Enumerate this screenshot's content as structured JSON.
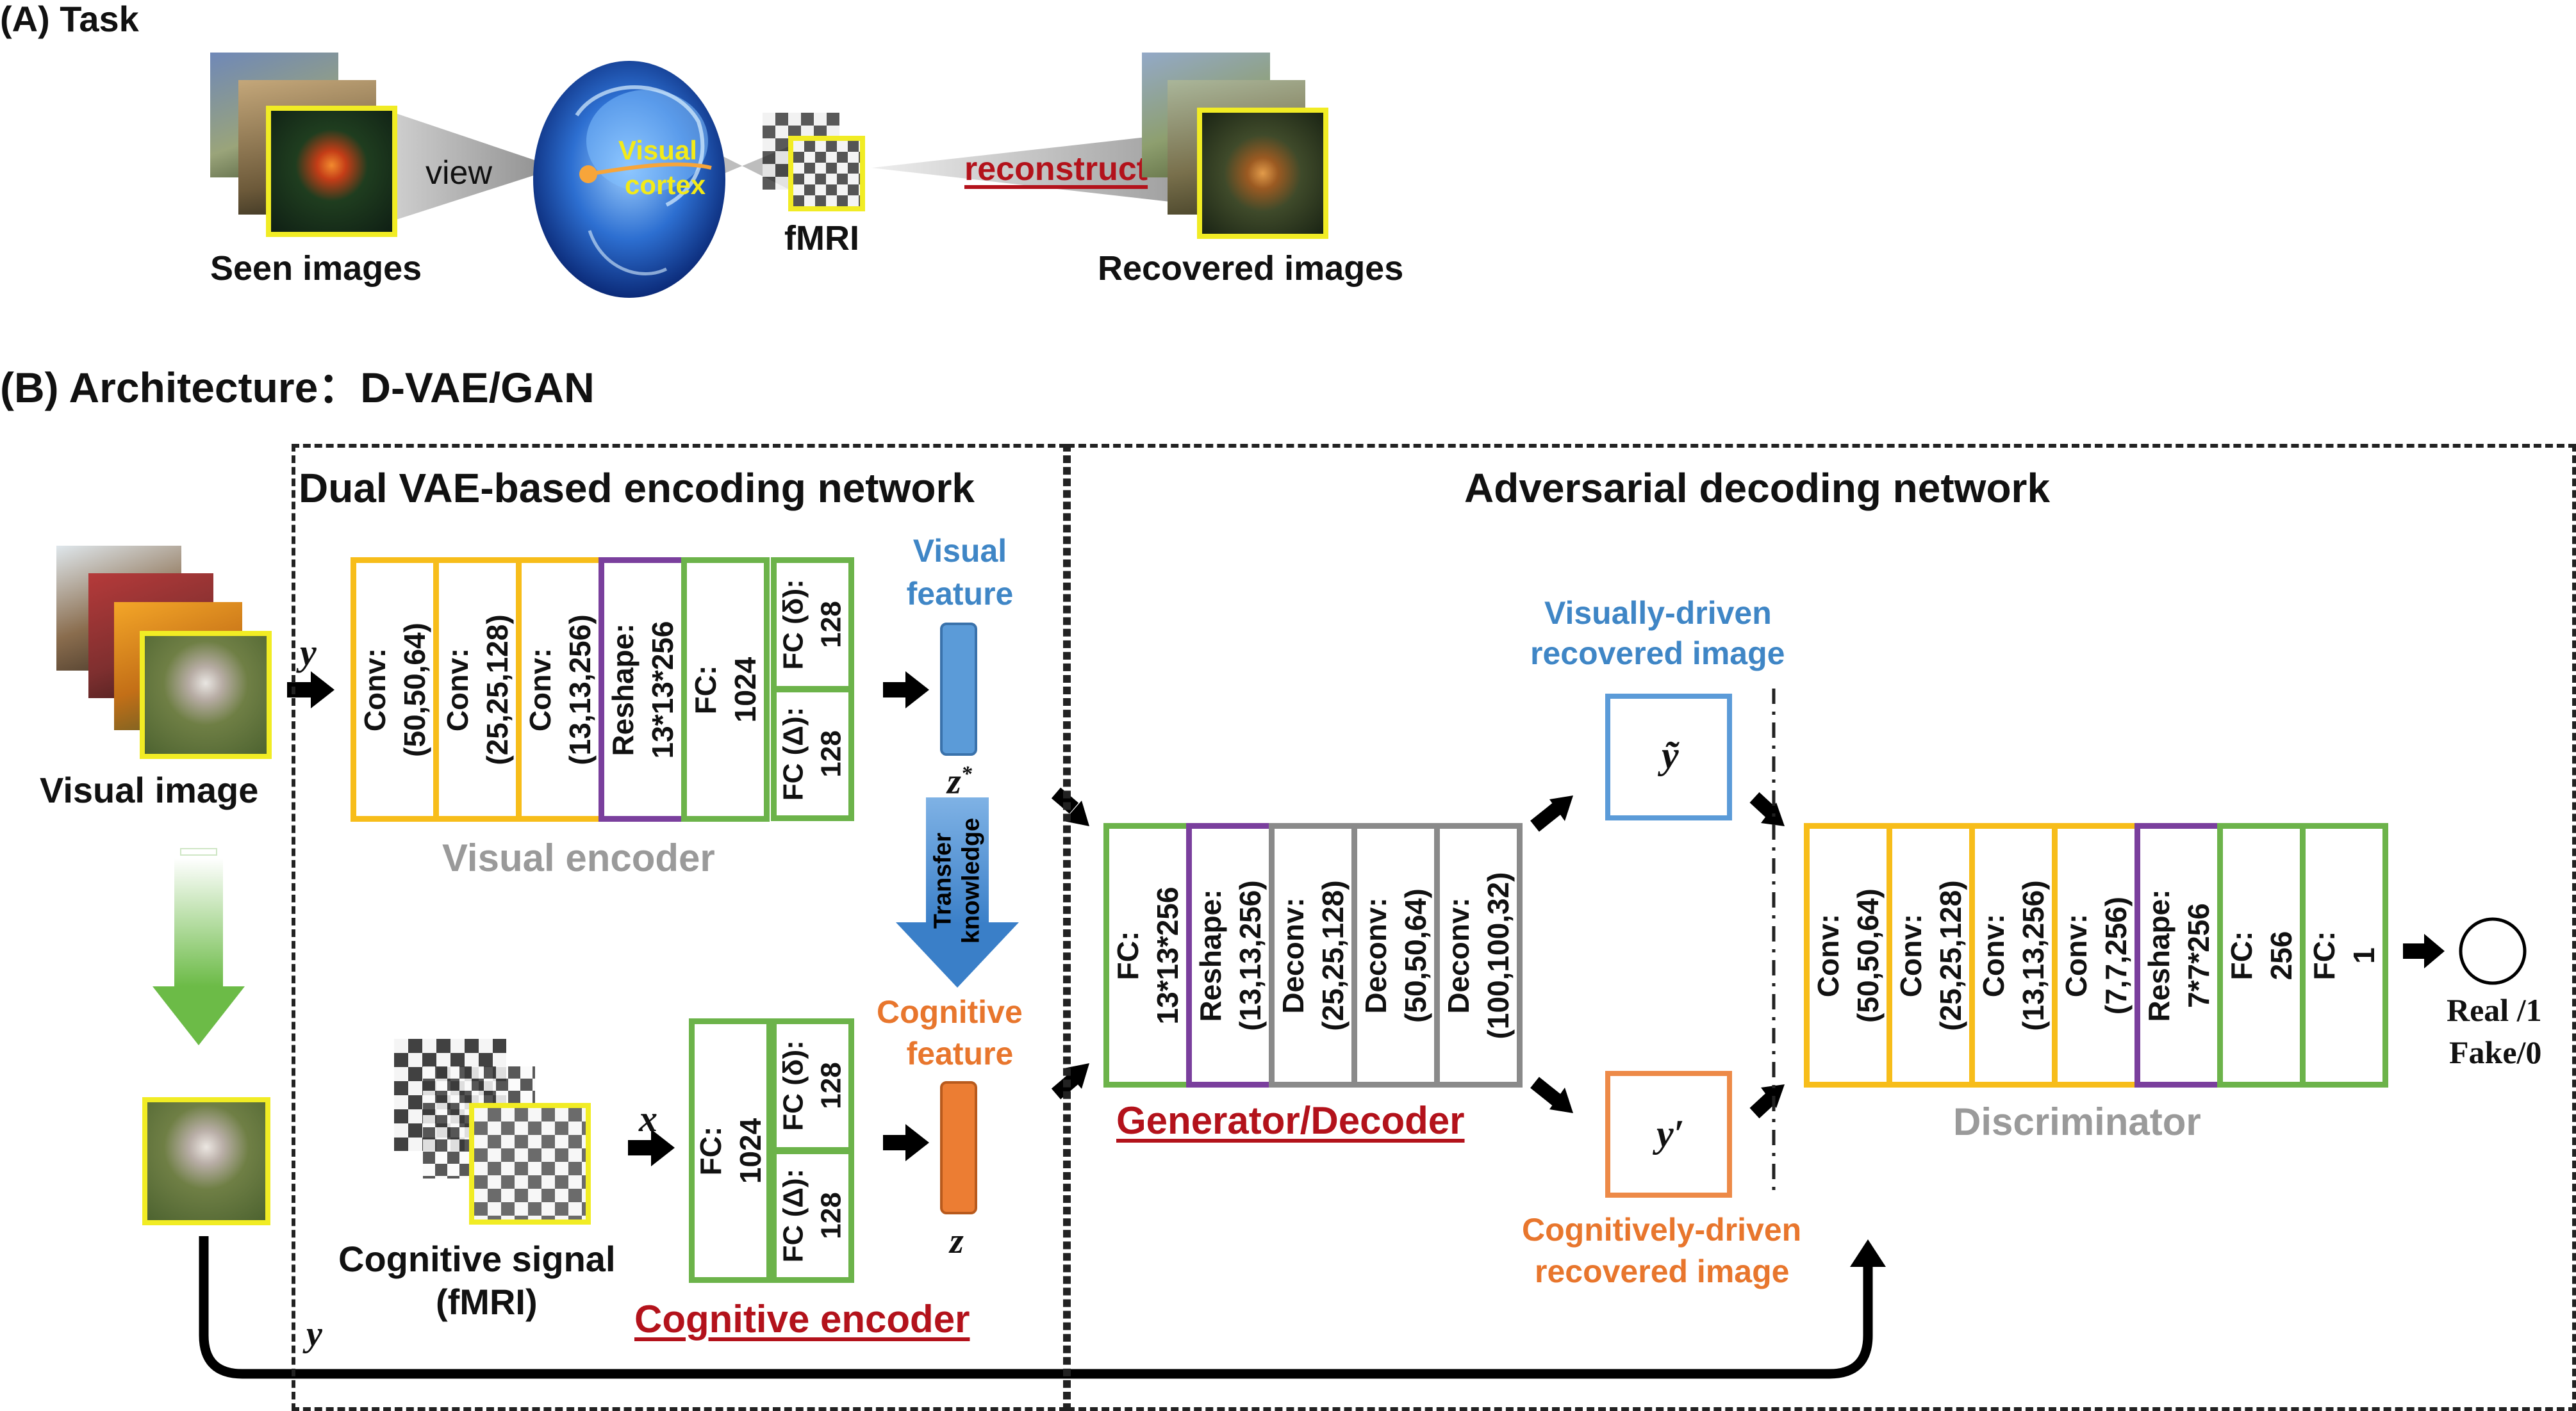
{
  "section_a": {
    "heading": "(A) Task",
    "view_label": "view",
    "brain_label_line1": "Visual",
    "brain_label_line2": "cortex",
    "reconstruct_label": "reconstruct",
    "seen_images_label": "Seen images",
    "fmri_label": "fMRI",
    "recovered_images_label": "Recovered images"
  },
  "section_b": {
    "heading": "(B) Architecture：D-VAE/GAN",
    "encoding_title": "Dual VAE-based encoding network",
    "decoding_title": "Adversarial decoding network",
    "visual_image_label": "Visual image",
    "y_symbol": "y",
    "x_symbol": "x",
    "visual_encoder": {
      "title": "Visual encoder",
      "layers": [
        {
          "l1": "Conv:",
          "l2": "(50,50,64)"
        },
        {
          "l1": "Conv:",
          "l2": "(25,25,128)"
        },
        {
          "l1": "Conv:",
          "l2": "(13,13,256)"
        },
        {
          "l1": "Reshape:",
          "l2": "13*13*256"
        },
        {
          "l1": "FC:",
          "l2": "1024"
        }
      ],
      "fc_delta": {
        "l1": "FC (δ):",
        "l2": "128"
      },
      "fc_Delta": {
        "l1": "FC (Δ):",
        "l2": "128"
      }
    },
    "visual_feature_line1": "Visual",
    "visual_feature_line2": "feature",
    "z_star": "z*",
    "transfer_line1": "Transfer",
    "transfer_line2": "knowledge",
    "cognitive_feature_line1": "Cognitive",
    "cognitive_feature_line2": "feature",
    "z_label": "z",
    "cognitive_encoder": {
      "title": "Cognitive encoder",
      "fc": {
        "l1": "FC:",
        "l2": "1024"
      },
      "fc_delta": {
        "l1": "FC (δ):",
        "l2": "128"
      },
      "fc_Delta": {
        "l1": "FC (Δ):",
        "l2": "128"
      }
    },
    "cognitive_signal_line1": "Cognitive signal",
    "cognitive_signal_line2": "(fMRI)",
    "generator": {
      "title": "Generator/Decoder",
      "layers": [
        {
          "l1": "FC:",
          "l2": "13*13*256"
        },
        {
          "l1": "Reshape:",
          "l2": "(13,13,256)"
        },
        {
          "l1": "Deconv:",
          "l2": "(25,25,128)"
        },
        {
          "l1": "Deconv:",
          "l2": "(50,50,64)"
        },
        {
          "l1": "Deconv:",
          "l2": "(100,100,32)"
        }
      ]
    },
    "visually_driven_line1": "Visually-driven",
    "visually_driven_line2": "recovered image",
    "y_tilde": "ỹ",
    "y_prime": "y′",
    "cognitively_driven_line1": "Cognitively-driven",
    "cognitively_driven_line2": "recovered image",
    "discriminator": {
      "title": "Discriminator",
      "layers": [
        {
          "l1": "Conv:",
          "l2": "(50,50,64)"
        },
        {
          "l1": "Conv:",
          "l2": "(25,25,128)"
        },
        {
          "l1": "Conv:",
          "l2": "(13,13,256)"
        },
        {
          "l1": "Conv:",
          "l2": "(7,7,256)"
        },
        {
          "l1": "Reshape:",
          "l2": "7*7*256"
        },
        {
          "l1": "FC:",
          "l2": "256"
        },
        {
          "l1": "FC:",
          "l2": "1"
        }
      ]
    },
    "real_label": "Real /1",
    "fake_label": "Fake/0"
  },
  "colors": {
    "conv_yellow": "#f7bd1a",
    "fc_green": "#6cb34a",
    "reshape_purple": "#7a3f9d",
    "deconv_gray": "#8a8a8a",
    "visual_blue": "#3f86c6",
    "cognitive_orange": "#e8762d",
    "title_red": "#b3121b",
    "subtitle_gray": "#9a9a9a"
  }
}
